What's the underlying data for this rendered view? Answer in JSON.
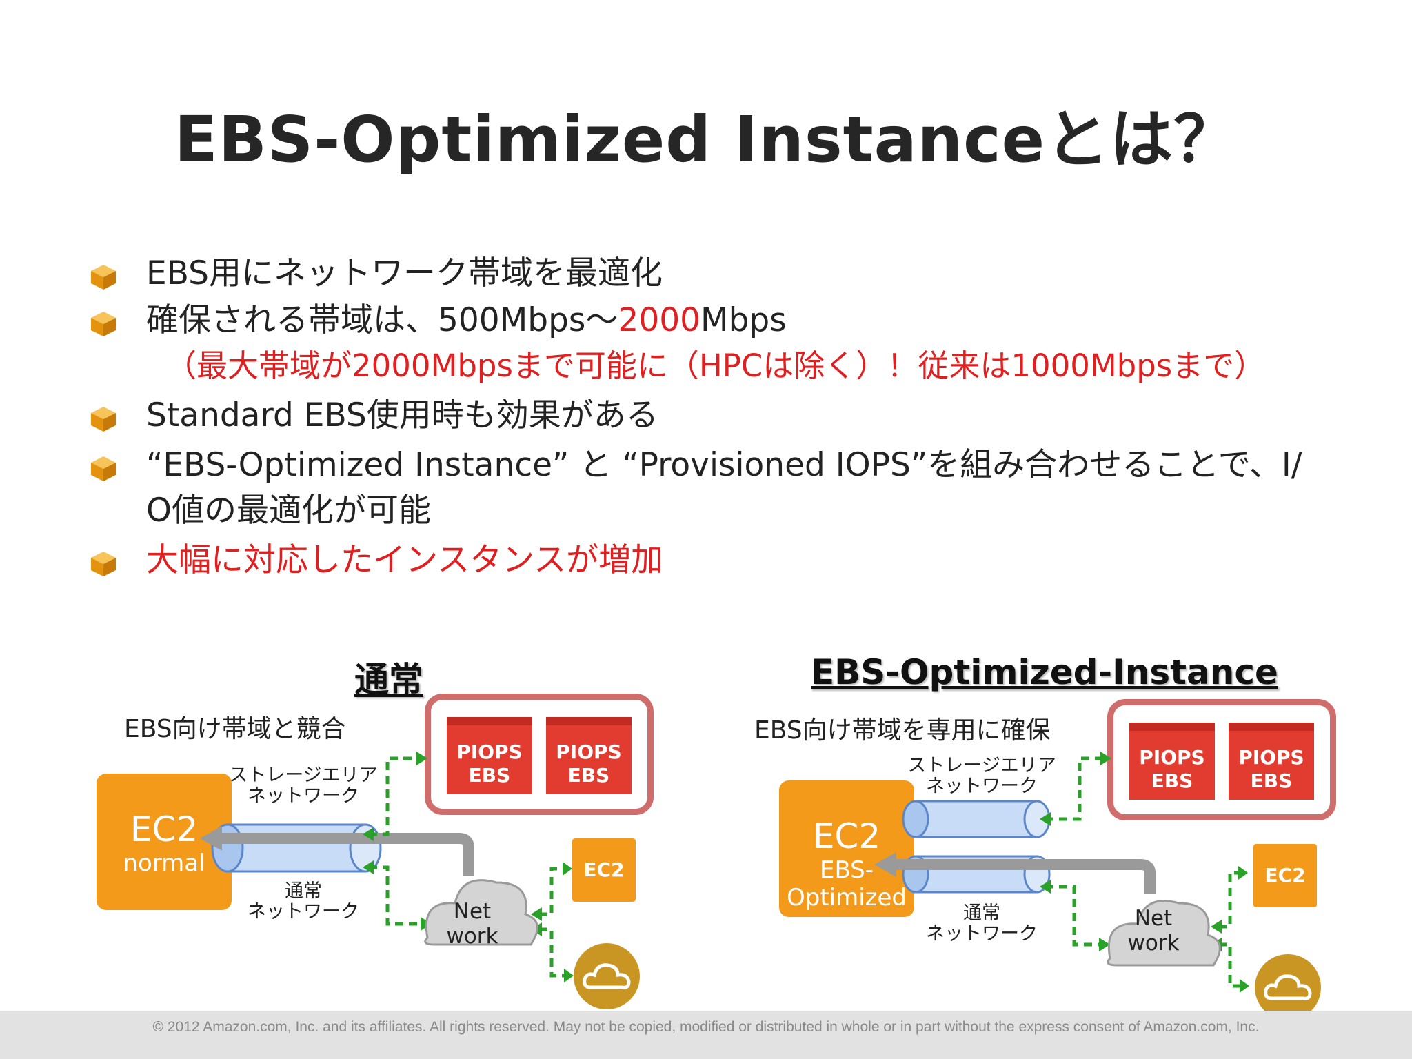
{
  "title": "EBS-Optimized Instanceとは？",
  "bullets": {
    "b1": "EBS用にネットワーク帯域を最適化",
    "b2_a": "確保される帯域は、500Mbps〜",
    "b2_b": "2000",
    "b2_c": "Mbps",
    "b2_sub": "（最大帯域が2000Mbpsまで可能に（HPCは除く）！従来は1000Mbpsまで）",
    "b3": "Standard EBS使用時も効果がある",
    "b4_line1": "“EBS-Optimized Instance” と “Provisioned IOPS”を組み合わせることで、I/",
    "b4_line2": "O値の最適化が可能",
    "b5": "大幅に対応したインスタンスが増加"
  },
  "left_diagram": {
    "title": "通常",
    "subtitle": "EBS向け帯域と競合",
    "storage_net_1": "ストレージエリア",
    "storage_net_2": "ネットワーク",
    "normal_net_1": "通常",
    "normal_net_2": "ネットワーク",
    "ec2_title": "EC2",
    "ec2_sub": "normal",
    "piops_1": "PIOPS",
    "piops_2": "EBS",
    "net_1": "Net",
    "net_2": "work",
    "ec2_small": "EC2"
  },
  "right_diagram": {
    "title": "EBS-Optimized-Instance",
    "subtitle": "EBS向け帯域を専用に確保",
    "storage_net_1": "ストレージエリア",
    "storage_net_2": "ネットワーク",
    "normal_net_1": "通常",
    "normal_net_2": "ネットワーク",
    "ec2_title": "EC2",
    "ec2_sub1": "EBS-",
    "ec2_sub2": "Optimized",
    "piops_1": "PIOPS",
    "piops_2": "EBS",
    "net_1": "Net",
    "net_2": "work",
    "ec2_small": "EC2"
  },
  "footer": "© 2012 Amazon.com, Inc. and its affiliates.  All rights reserved.  May not be copied, modified or distributed in whole or in part without the express consent of Amazon.com, Inc.",
  "colors": {
    "accent_red": "#e02020",
    "aws_orange": "#f39a1b",
    "piops_red": "#e13c2f",
    "arrow_green": "#2aa22a"
  },
  "icons": {
    "bullet": "aws-cube-icon",
    "cloud": "cloud-icon"
  }
}
